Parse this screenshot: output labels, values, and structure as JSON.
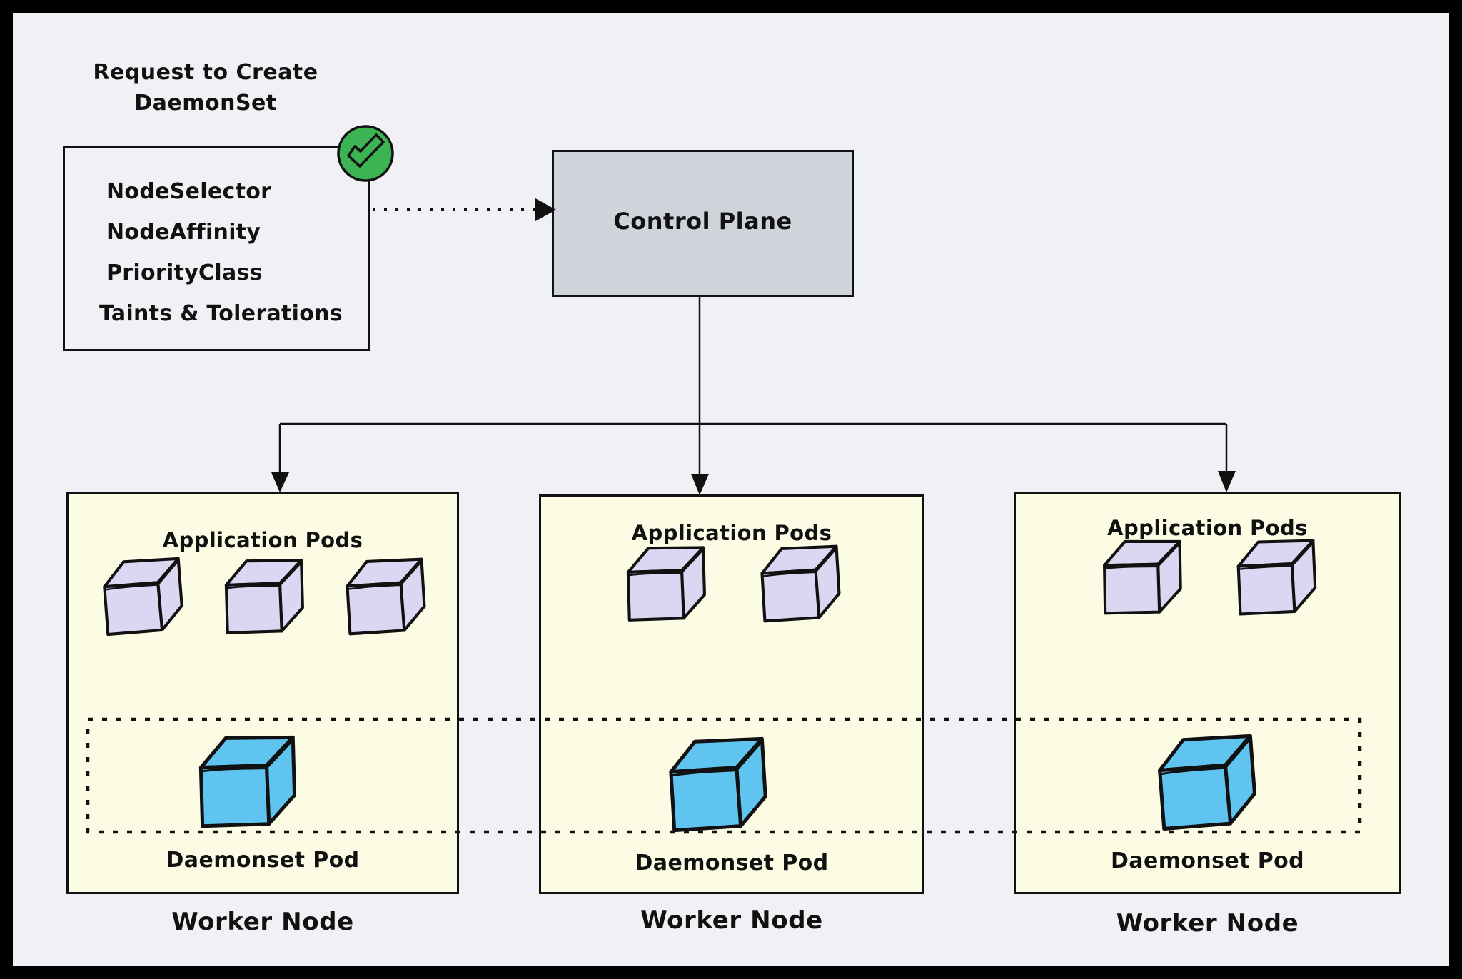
{
  "colors": {
    "frame": "#000000",
    "background": "#EFF1F4",
    "ink": "#111111",
    "node_fill": "#FCFCE5",
    "control_plane_fill": "#CFD4DA",
    "app_pod_fill": "#DBD7F2",
    "daemonset_pod_fill": "#5FC4F0",
    "check_fill": "#3CB454"
  },
  "request": {
    "title_line1": "Request to Create",
    "title_line2": "DaemonSet",
    "items": [
      "NodeSelector",
      "NodeAffinity",
      "PriorityClass",
      "Taints & Tolerations"
    ]
  },
  "control_plane": {
    "label": "Control Plane"
  },
  "nodes": [
    {
      "app_pods_label": "Application Pods",
      "app_pod_count": 3,
      "daemonset_pod_count": 1,
      "daemonset_label": "Daemonset Pod",
      "node_label": "Worker Node"
    },
    {
      "app_pods_label": "Application Pods",
      "app_pod_count": 2,
      "daemonset_pod_count": 1,
      "daemonset_label": "Daemonset Pod",
      "node_label": "Worker Node"
    },
    {
      "app_pods_label": "Application Pods",
      "app_pod_count": 2,
      "daemonset_pod_count": 1,
      "daemonset_label": "Daemonset Pod",
      "node_label": "Worker Node"
    }
  ]
}
